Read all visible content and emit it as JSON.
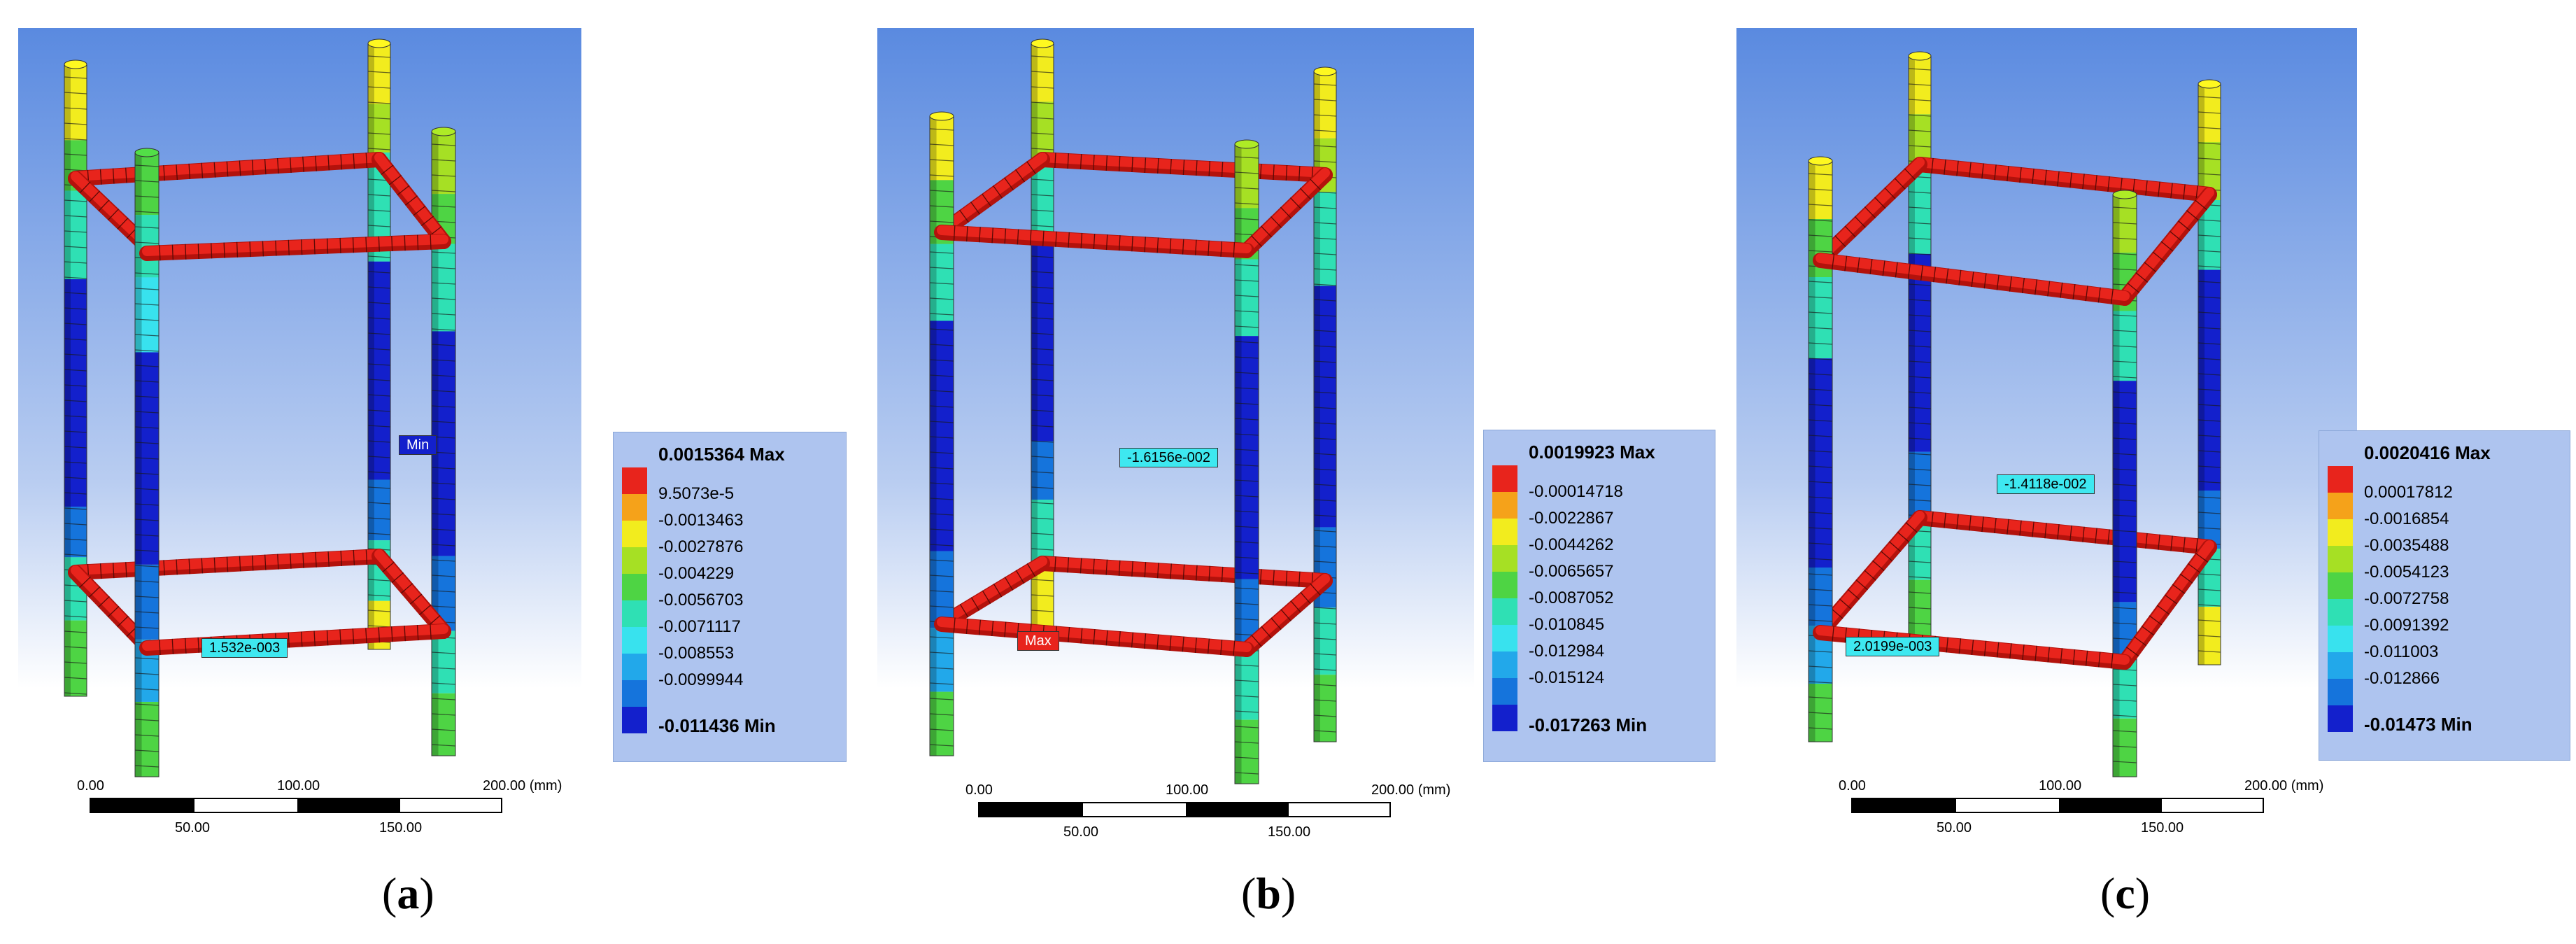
{
  "panels": [
    {
      "caption": "a",
      "legend": {
        "max_label": "0.0015364 Max",
        "values": [
          "9.5073e-5",
          "-0.0013463",
          "-0.0027876",
          "-0.004229",
          "-0.0056703",
          "-0.0071117",
          "-0.008553",
          "-0.0099944"
        ],
        "min_label": "-0.011436 Min"
      },
      "probes": [
        {
          "text": "Min",
          "style": "blue"
        },
        {
          "text": "1.532e-003",
          "style": "cyan"
        }
      ],
      "scale": {
        "top_left": "0.00",
        "top_mid": "100.00",
        "top_right": "200.00 (mm)",
        "bottom_left": "50.00",
        "bottom_right": "150.00"
      }
    },
    {
      "caption": "b",
      "legend": {
        "max_label": "0.0019923 Max",
        "values": [
          "-0.00014718",
          "-0.0022867",
          "-0.0044262",
          "-0.0065657",
          "-0.0087052",
          "-0.010845",
          "-0.012984",
          "-0.015124"
        ],
        "min_label": "-0.017263 Min"
      },
      "probes": [
        {
          "text": "-1.6156e-002",
          "style": "cyan"
        },
        {
          "text": "Max",
          "style": "red"
        }
      ],
      "scale": {
        "top_left": "0.00",
        "top_mid": "100.00",
        "top_right": "200.00 (mm)",
        "bottom_left": "50.00",
        "bottom_right": "150.00"
      }
    },
    {
      "caption": "c",
      "legend": {
        "max_label": "0.0020416 Max",
        "values": [
          "0.00017812",
          "-0.0016854",
          "-0.0035488",
          "-0.0054123",
          "-0.0072758",
          "-0.0091392",
          "-0.011003",
          "-0.012866"
        ],
        "min_label": "-0.01473 Min"
      },
      "probes": [
        {
          "text": "-1.4118e-002",
          "style": "cyan"
        },
        {
          "text": "2.0199e-003",
          "style": "cyan"
        }
      ],
      "scale": {
        "top_left": "0.00",
        "top_mid": "100.00",
        "top_right": "200.00 (mm)",
        "bottom_left": "50.00",
        "bottom_right": "150.00"
      }
    }
  ],
  "colors": {
    "legend_bands": [
      "#e8241c",
      "#f5a21a",
      "#f2ec1e",
      "#a6e024",
      "#4ed444",
      "#2fe0b4",
      "#38e2ee",
      "#22a8ea",
      "#1574dc",
      "#1320cc"
    ],
    "tie_bar": "#e8241c",
    "background_top": "#5a8ae0",
    "background_bottom": "#ffffff"
  }
}
